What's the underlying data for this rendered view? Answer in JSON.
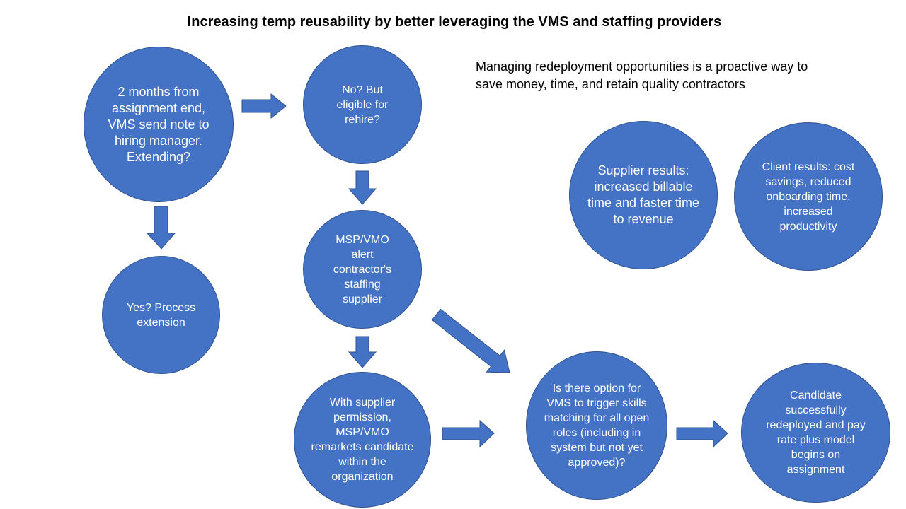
{
  "title": "Increasing temp reusability by better leveraging the VMS and staffing providers",
  "intro": "Managing redeployment opportunities is a proactive way to save money, time, and retain quality contractors",
  "nodes": {
    "months_before_end": "2 months from assignment end, VMS send note to hiring manager. Extending?",
    "yes_extension": "Yes? Process extension",
    "no_rehire": "No? But eligible for rehire?",
    "alert_supplier": "MSP/VMO alert contractor's staffing supplier",
    "remarket": "With supplier permission, MSP/VMO remarkets candidate within the organization",
    "skills_matching": "Is there option for VMS to trigger skills matching for all open roles (including in system but not yet approved)?",
    "redeployed": "Candidate successfully redeployed and pay rate plus model begins on assignment",
    "supplier_results": "Supplier results: increased billable time and faster time to revenue",
    "client_results": "Client results: cost savings, reduced onboarding time, increased productivity"
  },
  "colors": {
    "fill": "#4472C4",
    "outline": "#2F528F",
    "text": "#ffffff"
  }
}
